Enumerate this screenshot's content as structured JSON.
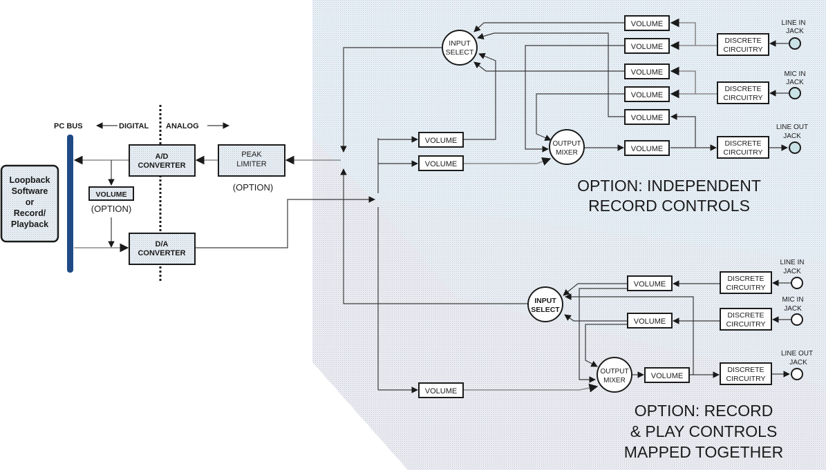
{
  "header": {
    "pc_bus": "PC BUS",
    "digital": "DIGITAL",
    "analog": "ANALOG"
  },
  "left": {
    "software_lines": [
      "Loopback",
      "Software",
      "or",
      "Record/",
      "Playback"
    ],
    "ad_converter": [
      "A/D",
      "CONVERTER"
    ],
    "da_converter": [
      "D/A",
      "CONVERTER"
    ],
    "volume": "VOLUME",
    "volume_option": "(OPTION)",
    "peak_limiter": [
      "PEAK",
      "LIMITER"
    ],
    "peak_option": "(OPTION)"
  },
  "top_section": {
    "input_select": [
      "INPUT",
      "SELECT"
    ],
    "output_mixer": [
      "OUTPUT",
      "MIXER"
    ],
    "volume_label": "VOLUME",
    "discrete": [
      "DISCRETE",
      "CIRCUITRY"
    ],
    "line_in_jack": [
      "LINE IN",
      "JACK"
    ],
    "mic_in_jack": [
      "MIC IN",
      "JACK"
    ],
    "line_out_jack": [
      "LINE OUT",
      "JACK"
    ],
    "caption": [
      "OPTION: INDEPENDENT",
      "RECORD CONTROLS"
    ]
  },
  "bottom_section": {
    "input_select": [
      "INPUT",
      "SELECT"
    ],
    "output_mixer": [
      "OUTPUT",
      "MIXER"
    ],
    "volume_label": "VOLUME",
    "discrete": [
      "DISCRETE",
      "CIRCUITRY"
    ],
    "line_in_jack": [
      "LINE IN",
      "JACK"
    ],
    "mic_in_jack": [
      "MIC IN",
      "JACK"
    ],
    "line_out_jack": [
      "LINE OUT",
      "JACK"
    ],
    "caption": [
      "OPTION: RECORD",
      "& PLAY CONTROLS",
      "MAPPED TOGETHER"
    ]
  },
  "colors": {
    "bus": "#1f4a85",
    "region_blue": "#dbeef2",
    "region_gray": "#e4e6ea",
    "jack_fill_top": "#c9e2e6"
  }
}
